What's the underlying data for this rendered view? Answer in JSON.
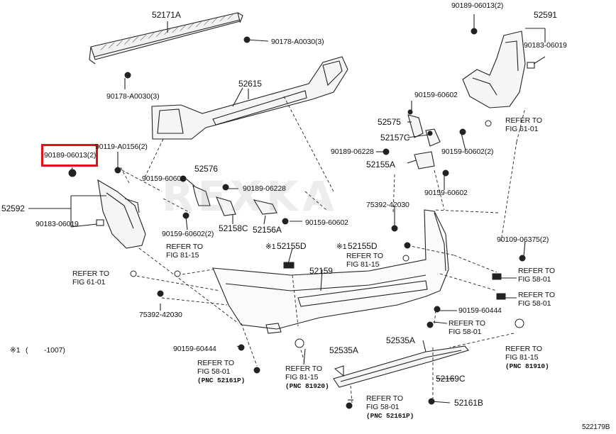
{
  "diagram_id": "522179B",
  "watermark": "REXKA",
  "highlight_color": "#e0121c",
  "line_color": "#222222",
  "labels": {
    "p52171A": "52171A",
    "p90178_top": "90178-A0030(3)",
    "p90178_left": "90178-A0030(3)",
    "p52615": "52615",
    "p90189_tr": "90189-06013(2)",
    "p52591": "52591",
    "p90183_r": "90183-06019",
    "refer_61_01_r_1": "REFER TO",
    "refer_61_01_r_2": "FIG 61-01",
    "p90159_6a": "90159-60602",
    "p52575": "52575",
    "p52157C": "52157C",
    "p90189_06228_r": "90189-06228",
    "p90159_6b": "90159-60602(2)",
    "p52155A": "52155A",
    "p90159_6c": "90159-60602",
    "p90119": "90119-A0156(2)",
    "p90189_hl": "90189-06013(2)",
    "p52576": "52576",
    "p90159_6d": "90159-60602",
    "p90189_06228_m": "90189-06228",
    "p52592": "52592",
    "p90183_l": "90183-06019",
    "p52158C": "52158C",
    "p52156A": "52156A",
    "p90159_6e": "90159-60602",
    "p90159_6f": "90159-60602(2)",
    "p75392_r": "75392-42030",
    "refer_81_15_l_1": "REFER TO",
    "refer_81_15_l_2": "FIG 81-15",
    "mark_52155D_l": "※1",
    "p52155D_l": "52155D",
    "mark_52155D_r": "※1",
    "p52155D_r": "52155D",
    "refer_81_15_m_1": "REFER TO",
    "refer_81_15_m_2": "FIG 81-15",
    "p90109": "90109-06375(2)",
    "refer_61_01_l_1": "REFER TO",
    "refer_61_01_l_2": "FIG 61-01",
    "p52159": "52159",
    "refer_58_01_a_1": "REFER TO",
    "refer_58_01_a_2": "FIG 58-01",
    "refer_58_01_b_1": "REFER TO",
    "refer_58_01_b_2": "FIG 58-01",
    "p75392_l": "75392-42030",
    "p90159_60444_r": "90159-60444",
    "refer_58_01_c_1": "REFER TO",
    "refer_58_01_c_2": "FIG 58-01",
    "footnote_mark": "※1",
    "footnote_paren": "(",
    "footnote_date": "-1007)",
    "p52535A": "52535A",
    "p52535A_2": "52535A",
    "refer_81_15_r_1": "REFER TO",
    "refer_81_15_r_2": "FIG 81-15",
    "pnc_81910": "(PNC 81910)",
    "p90159_60444_l": "90159-60444",
    "refer_58_01_d_1": "REFER TO",
    "refer_58_01_d_2": "FIG 58-01",
    "pnc_52161P_l": "(PNC 52161P)",
    "refer_81_15_b_1": "REFER TO",
    "refer_81_15_b_2": "FIG 81-15",
    "pnc_81920": "(PNC 81920)",
    "p52169C": "52169C",
    "refer_58_01_e_1": "REFER TO",
    "refer_58_01_e_2": "FIG 58-01",
    "pnc_52161P_b": "(PNC 52161P)",
    "p52161B": "52161B"
  }
}
